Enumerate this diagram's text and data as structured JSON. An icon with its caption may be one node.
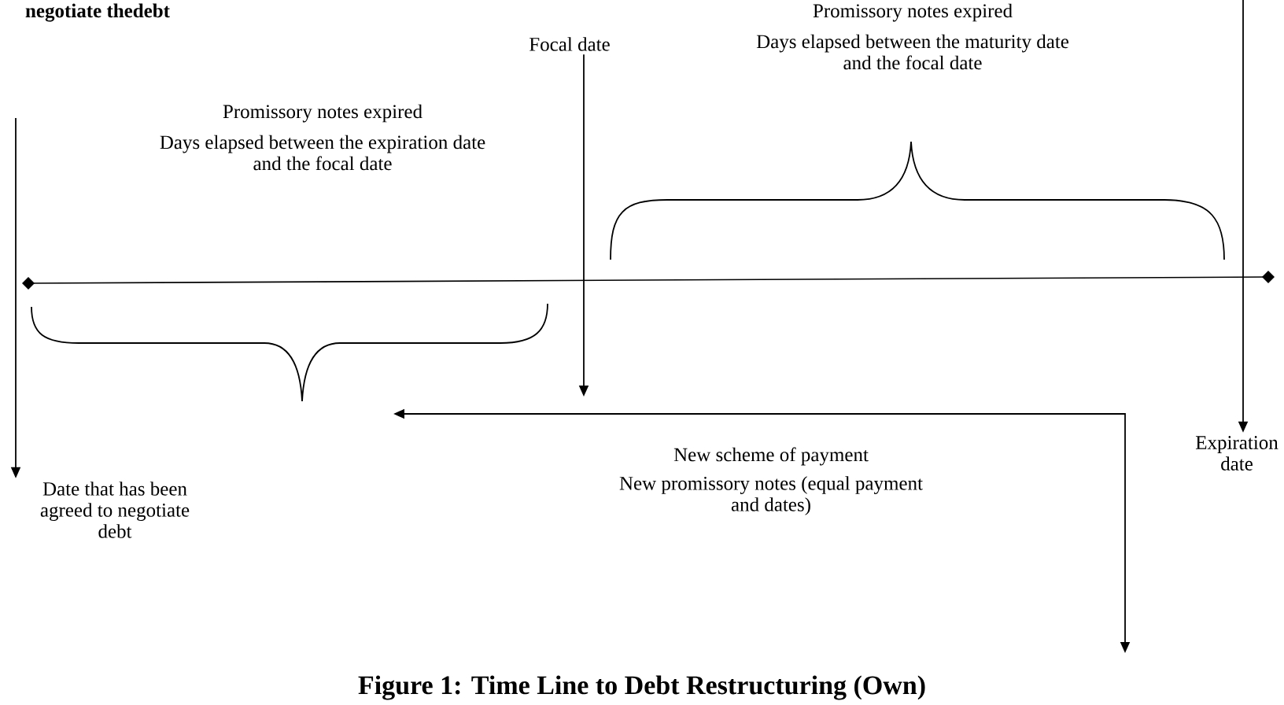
{
  "diagram": {
    "caption": "Figure 1: Time Line to Debt Restructuring (Own)",
    "nodes": [
      {
        "text": [
          "Focal date"
        ]
      },
      {
        "text": [
          "Date that has been agreed to negotiate debt"
        ]
      },
      {
        "text": [
          "Expiration date"
        ]
      }
    ],
    "edges": [
      {
        "from": 0,
        "to": null,
        "arrow": "to"
      },
      {
        "from": null,
        "to": 1,
        "arrow": "to"
      },
      {
        "from": null,
        "to": 2,
        "arrow": "to"
      }
    ],
    "labels": [
      "negotiate thedebt",
      "Promissory notes expired",
      "Days elapsed between the maturity date and the focal date",
      "Promissory notes expired",
      "Days elapsed between the expiration date and the focal date",
      "New scheme of payment",
      "New promissory notes (equal payment and dates)"
    ]
  }
}
